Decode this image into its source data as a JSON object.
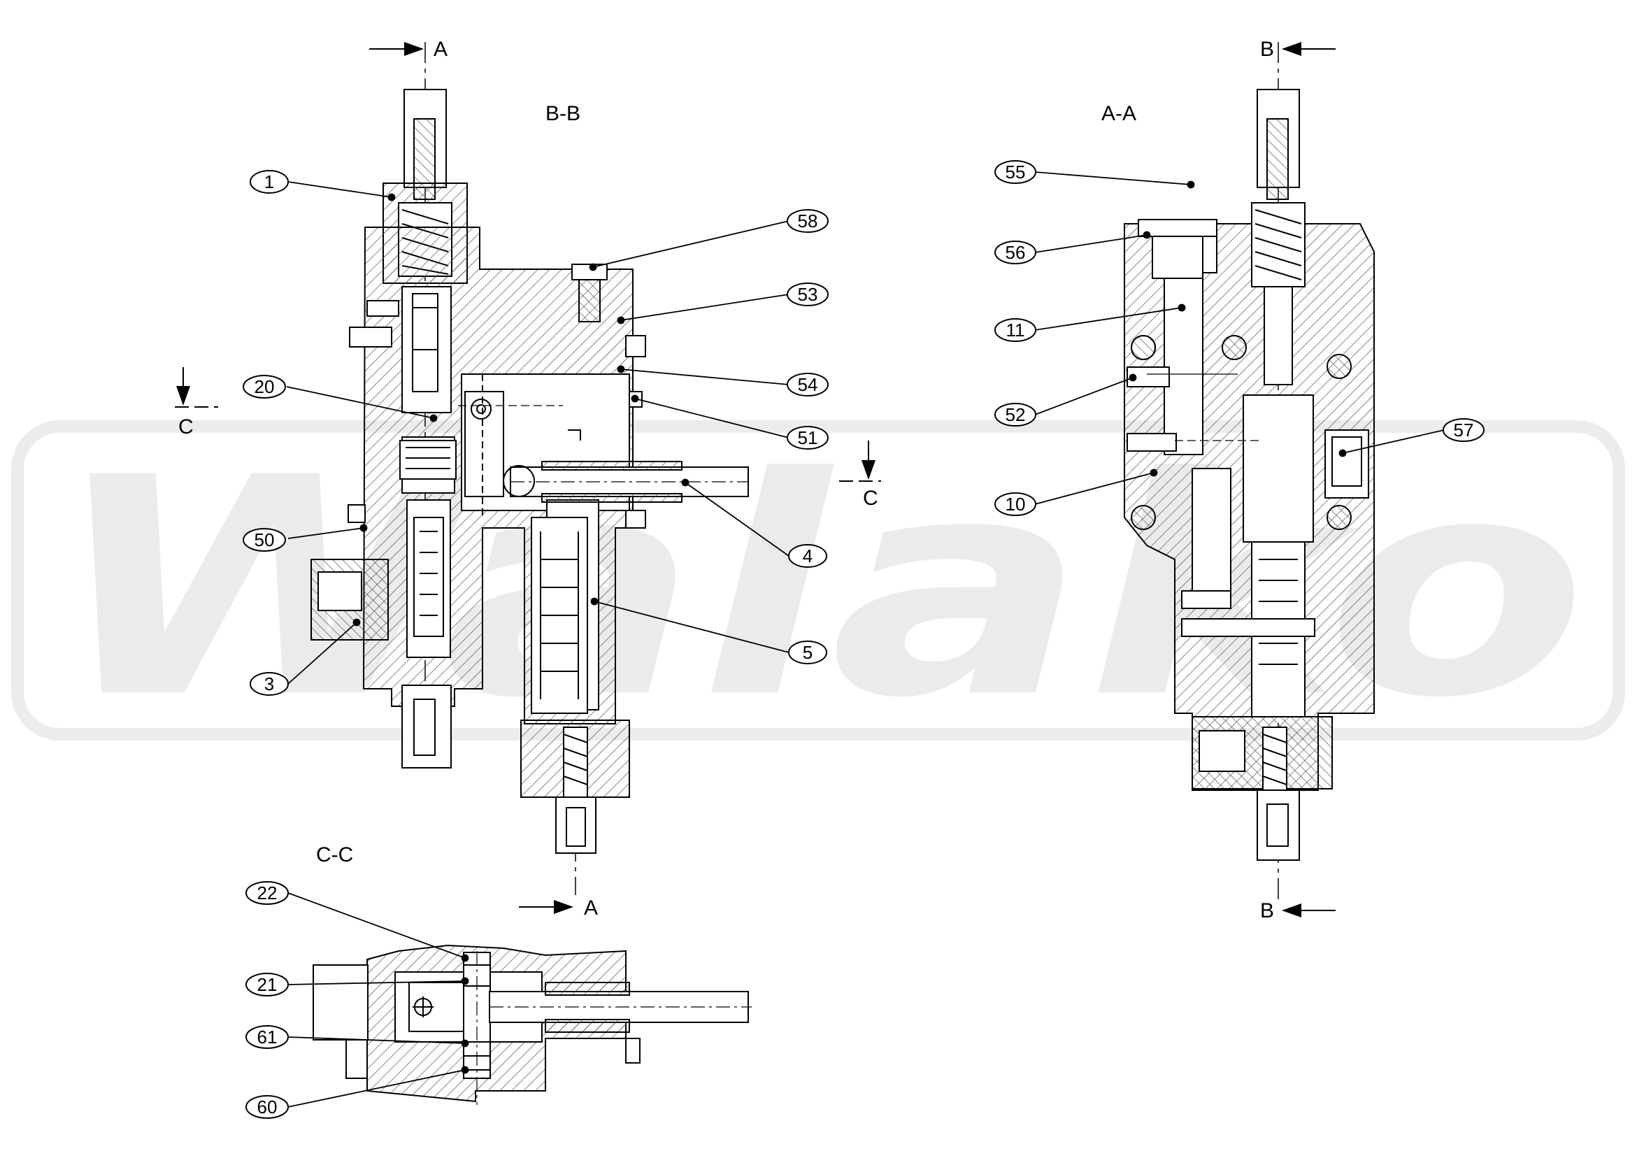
{
  "section_titles": {
    "bb": "B-B",
    "aa": "A-A",
    "cc": "C-C"
  },
  "cut_markers": {
    "a_top": "A",
    "a_bottom": "A",
    "b_top": "B",
    "b_bottom": "B",
    "c_left": "C",
    "c_right": "C"
  },
  "callouts": {
    "p1": "1",
    "p20": "20",
    "p50": "50",
    "p3": "3",
    "p58": "58",
    "p53": "53",
    "p54": "54",
    "p51": "51",
    "p4": "4",
    "p5": "5",
    "p55": "55",
    "p56": "56",
    "p11": "11",
    "p52": "52",
    "p10": "10",
    "p57": "57",
    "p22": "22",
    "p21": "21",
    "p61": "61",
    "p60": "60"
  },
  "watermark": {
    "text": "Walako"
  },
  "colors": {
    "line": "#000000",
    "hatch": "#555555",
    "watermark": "#e8e8e8"
  }
}
